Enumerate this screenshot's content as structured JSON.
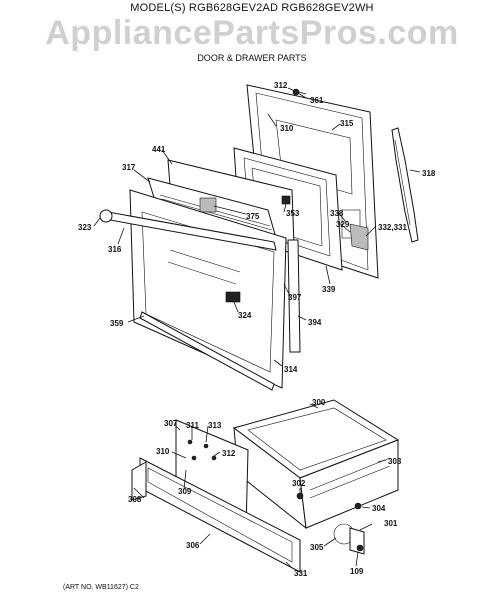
{
  "header": {
    "model": "MODEL(S) RGB628GEV2AD  RGB628GEV2WH",
    "watermark": "AppliancePartsPros.com",
    "subtitle": "DOOR & DRAWER PARTS"
  },
  "footer": {
    "art_no": "(ART NO. WB11627)  C2"
  },
  "labels": {
    "p312a": "312",
    "p361": "361",
    "p310a": "310",
    "p315": "315",
    "p441": "441",
    "p318": "318",
    "p317": "317",
    "p375": "375",
    "p353": "353",
    "p338": "338",
    "p329": "329",
    "p332": "332,331",
    "p323": "323",
    "p316": "316",
    "p339": "339",
    "p397": "397",
    "p324": "324",
    "p359": "359",
    "p394": "394",
    "p314": "314",
    "p300": "300",
    "p307": "307",
    "p311": "311",
    "p313": "313",
    "p312b": "312",
    "p310b": "310",
    "p303": "303",
    "p309": "309",
    "p308": "308",
    "p302": "302",
    "p304": "304",
    "p301": "301",
    "p305": "305",
    "p306": "306",
    "p109": "109",
    "p331": "331"
  }
}
